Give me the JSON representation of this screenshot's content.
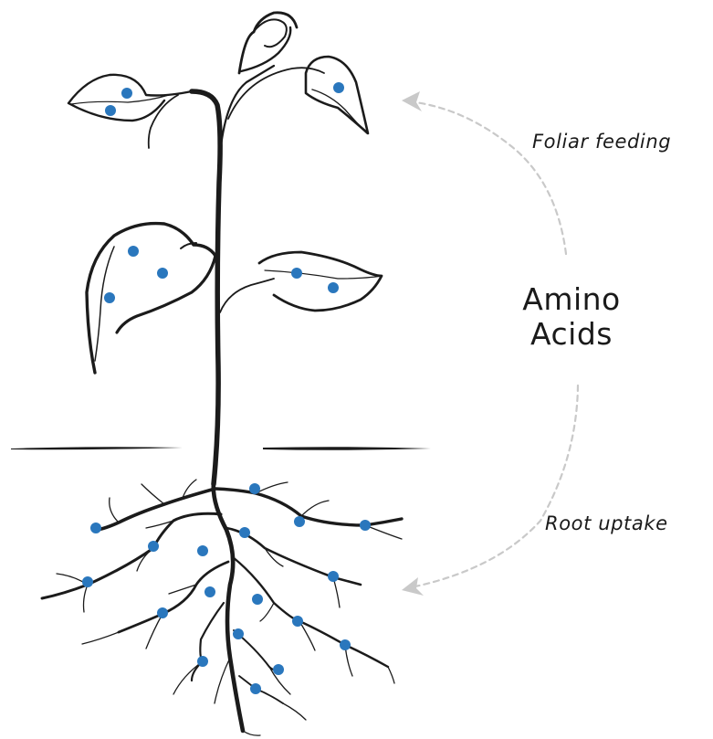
{
  "labels": {
    "foliar": "Foliar feeding",
    "amino_line1": "Amino",
    "amino_line2": "Acids",
    "root": "Root uptake"
  },
  "colors": {
    "plant": "#1b1b1b",
    "dot": "#2a77bd",
    "arrow": "#c9c9c9",
    "text": "#1a1a1a"
  },
  "icons": {
    "arrow_top": "arrow-head-up-left",
    "arrow_bottom": "arrow-head-down-left"
  }
}
